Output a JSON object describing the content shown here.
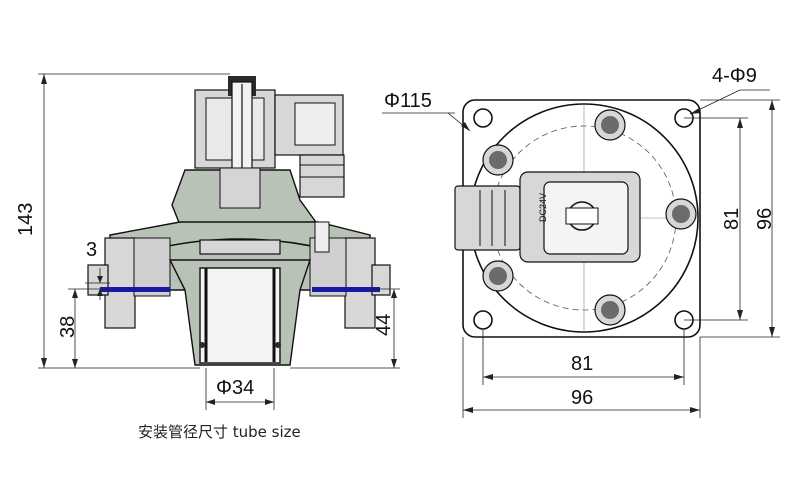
{
  "front_view": {
    "dim_total_height": "143",
    "dim_3": "3",
    "dim_38": "38",
    "dim_44": "44",
    "dim_tube": "Φ34"
  },
  "top_view": {
    "dim_body_dia": "Φ115",
    "dim_holes": "4-Φ9",
    "dim_81_v": "81",
    "dim_96_v": "96",
    "dim_81_h": "81",
    "dim_96_h": "96",
    "coil_label": "DC24V"
  },
  "caption": "安装管径尺寸 tube size",
  "colors": {
    "body": "#b9c2b7",
    "gasket": "#1a1aa0",
    "line": "#111111"
  }
}
